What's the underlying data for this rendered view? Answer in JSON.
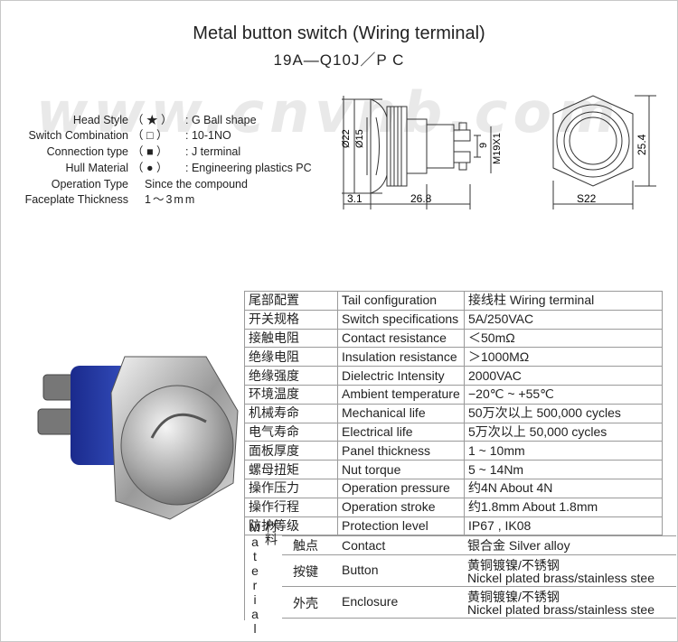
{
  "header": {
    "title": "Metal button switch (Wiring terminal)",
    "model": "19A—Q10J／P C"
  },
  "watermark": "www.cnvnb.com",
  "specs": [
    {
      "label": "Head Style",
      "sym": "（ ★ ）",
      "value": ": G Ball shape"
    },
    {
      "label": "Switch Combination",
      "sym": "（ □ ）",
      "value": ": 10-1NO"
    },
    {
      "label": "Connection type",
      "sym": "（ ■ ）",
      "value": ": J terminal"
    },
    {
      "label": "Hull Material",
      "sym": "（ ● ）",
      "value": ": Engineering plastics PC"
    },
    {
      "label": "Operation Type",
      "sym": "",
      "value": "Since the compound"
    },
    {
      "label": "Faceplate Thickness",
      "sym": "",
      "value": "1～3mm"
    }
  ],
  "dims": {
    "d22": "Ø22",
    "d15": "Ø15",
    "m19": "M19X1",
    "nine": "9",
    "d31": "3.1",
    "d268": "26.8",
    "s22": "S22",
    "d254": "25.4"
  },
  "table": {
    "rows": [
      {
        "cn": "尾部配置",
        "en": "Tail configuration",
        "val": "接线柱 Wiring terminal"
      },
      {
        "cn": "开关规格",
        "en": "Switch specifications",
        "val": "5A/250VAC"
      },
      {
        "cn": "接触电阻",
        "en": "Contact resistance",
        "val": "＜50mΩ"
      },
      {
        "cn": "绝缘电阻",
        "en": "Insulation resistance",
        "val": "＞1000MΩ"
      },
      {
        "cn": "绝缘强度",
        "en": "Dielectric Intensity",
        "val": "2000VAC"
      },
      {
        "cn": "环境温度",
        "en": "Ambient temperature",
        "val": "−20℃ ~ +55℃"
      },
      {
        "cn": "机械寿命",
        "en": "Mechanical life",
        "val": "50万次以上 500,000 cycles"
      },
      {
        "cn": "电气寿命",
        "en": "Electrical life",
        "val": "5万次以上 50,000  cycles"
      },
      {
        "cn": "面板厚度",
        "en": "Panel thickness",
        "val": "1 ~ 10mm"
      },
      {
        "cn": "螺母扭矩",
        "en": "Nut torque",
        "val": "5 ~ 14Nm"
      },
      {
        "cn": "操作压力",
        "en": "Operation pressure",
        "val": "约4N About 4N"
      },
      {
        "cn": "操作行程",
        "en": "Operation stroke",
        "val": "约1.8mm About 1.8mm"
      },
      {
        "cn": "防护等级",
        "en": "Protection level",
        "val": "IP67 , IK08"
      }
    ],
    "material_head": "材料 Material",
    "material": [
      {
        "cn": "触点",
        "en": "Contact",
        "val1": "银合金 Silver alloy",
        "val2": ""
      },
      {
        "cn": "按键",
        "en": "Button",
        "val1": "黄铜镀镍/不锈钢",
        "val2": "Nickel plated brass/stainless stee"
      },
      {
        "cn": "外壳",
        "en": "Enclosure",
        "val1": "黄铜镀镍/不锈钢",
        "val2": "Nickel plated brass/stainless stee"
      }
    ]
  }
}
